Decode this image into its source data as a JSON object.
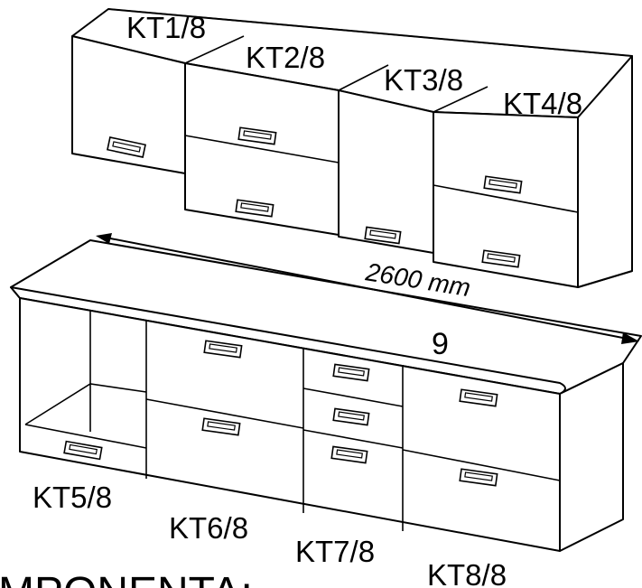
{
  "labels": {
    "kt1": "KT1/8",
    "kt2": "KT2/8",
    "kt3": "KT3/8",
    "kt4": "KT4/8",
    "kt5": "KT5/8",
    "kt6": "KT6/8",
    "kt7": "KT7/8",
    "kt8": "KT8/8"
  },
  "dimension": {
    "length": "2600 mm",
    "number": "9"
  },
  "footer": {
    "partial_text": "MPONENTA:"
  }
}
